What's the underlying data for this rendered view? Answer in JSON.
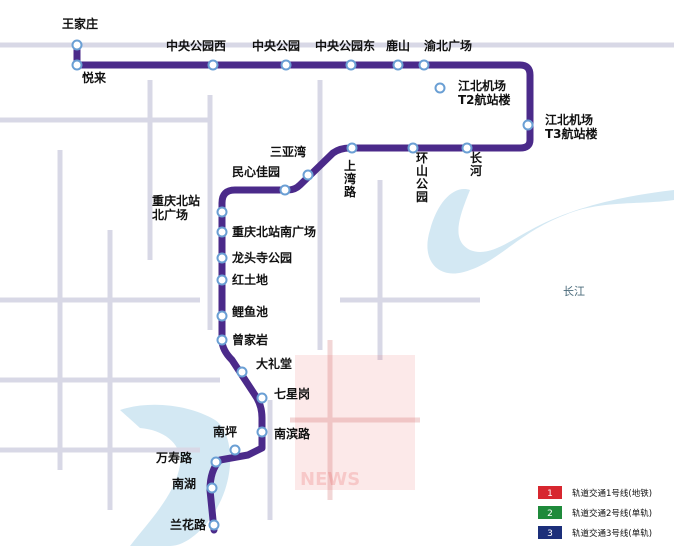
{
  "map": {
    "line_color": "#4b2a8a",
    "water_color": "#d3e8f3",
    "river_label": "长江"
  },
  "stations": [
    {
      "name": "王家庄"
    },
    {
      "name": "悦来"
    },
    {
      "name": "中央公园西"
    },
    {
      "name": "中央公园"
    },
    {
      "name": "中央公园东"
    },
    {
      "name": "鹿山"
    },
    {
      "name": "渝北广场"
    },
    {
      "name": "江北机场\nT2航站楼"
    },
    {
      "name": "江北机场\nT3航站楼"
    },
    {
      "name": "长河"
    },
    {
      "name": "环山公园"
    },
    {
      "name": "上湾路"
    },
    {
      "name": "三亚湾"
    },
    {
      "name": "民心佳园"
    },
    {
      "name": "重庆北站\n北广场"
    },
    {
      "name": "重庆北站南广场"
    },
    {
      "name": "龙头寺公园"
    },
    {
      "name": "红土地"
    },
    {
      "name": "鲤鱼池"
    },
    {
      "name": "曾家岩"
    },
    {
      "name": "大礼堂"
    },
    {
      "name": "七星岗"
    },
    {
      "name": "南滨路"
    },
    {
      "name": "南坪"
    },
    {
      "name": "万寿路"
    },
    {
      "name": "南湖"
    },
    {
      "name": "兰花路"
    }
  ],
  "legend": [
    {
      "number": "1",
      "label": "轨道交通1号线(地铁)",
      "color": "#d7272f"
    },
    {
      "number": "2",
      "label": "轨道交通2号线(单轨)",
      "color": "#1f8a3b"
    },
    {
      "number": "3",
      "label": "轨道交通3号线(单轨)",
      "color": "#1c2f7a"
    }
  ],
  "watermark": {
    "text": "NEWS"
  }
}
